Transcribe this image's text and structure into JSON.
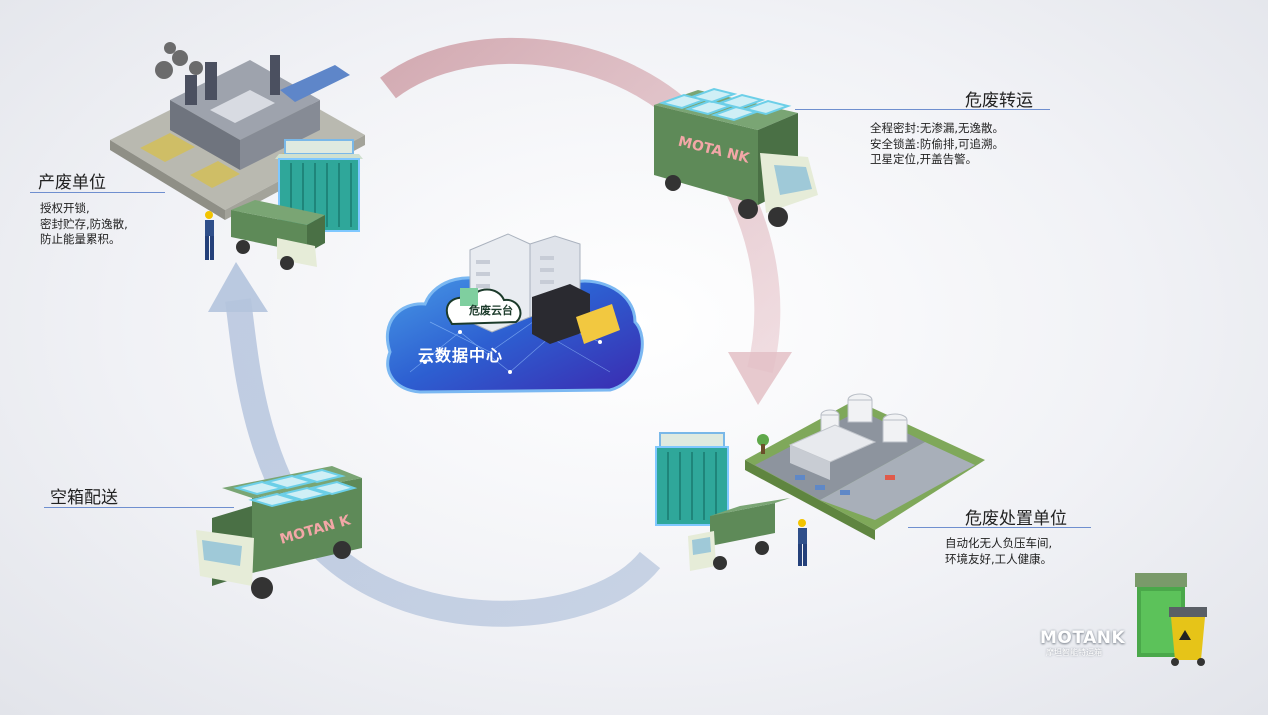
{
  "nodes": {
    "producer": {
      "title": "产废单位",
      "lines": [
        "授权开锁,",
        "密封贮存,防逸散,",
        "防止能量累积。"
      ]
    },
    "transport": {
      "title": "危废转运",
      "lines": [
        "全程密封:无渗漏,无逸散。",
        "安全锁盖:防偷排,可追溯。",
        "卫星定位,开盖告警。"
      ]
    },
    "disposal": {
      "title": "危废处置单位",
      "lines": [
        "自动化无人负压车间,",
        "环境友好,工人健康。"
      ]
    },
    "empty": {
      "title": "空箱配送"
    }
  },
  "center": {
    "label": "云数据中心",
    "badge": "危废云台"
  },
  "truck_text": {
    "transport": "MOTA NK",
    "empty": "MOTAN K"
  },
  "brand": {
    "logo": "MOTANK",
    "tagline": "摩坦智能特运箱"
  },
  "colors": {
    "arrow_pink": "#d9b5bc",
    "arrow_blue": "#b8c7df",
    "truck_green": "#5e8a58",
    "container_teal": "#2fa79a",
    "cloud_blue": "#2d5fd1"
  },
  "icons": [
    "factory-icon",
    "truck-icon",
    "container-icon",
    "worker-icon",
    "server-icon",
    "cloud-icon",
    "waste-bin-icon"
  ]
}
